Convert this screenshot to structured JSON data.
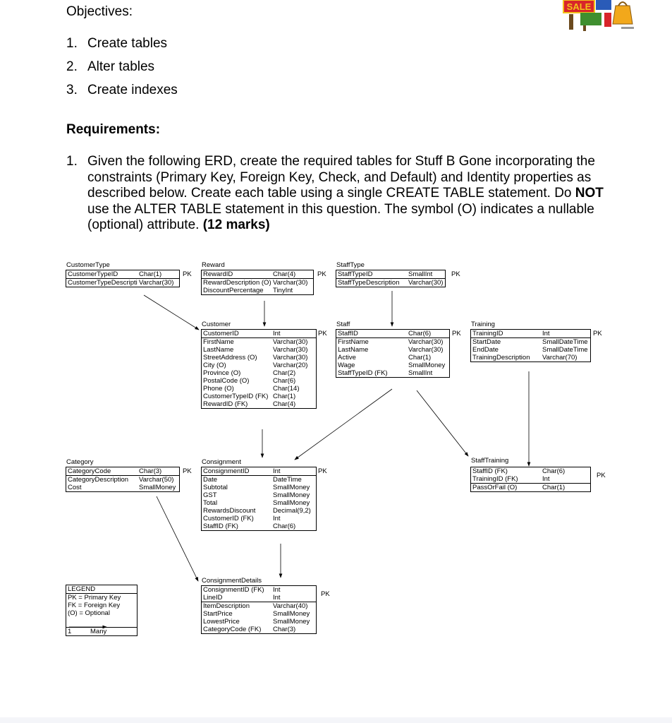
{
  "objectives": {
    "title": "Objectives:",
    "items": [
      {
        "num": "1.",
        "text": "Create tables"
      },
      {
        "num": "2.",
        "text": "Alter tables"
      },
      {
        "num": "3.",
        "text": "Create indexes"
      }
    ]
  },
  "requirements": {
    "title": "Requirements:",
    "num": "1.",
    "text_part1": "Given the following ERD, create the required tables for Stuff B Gone incorporating the constraints (Primary Key, Foreign Key, Check, and Default) and Identity properties as described below. Create each table using a single CREATE TABLE statement. Do ",
    "text_bold": "NOT",
    "text_part2": " use the ALTER TABLE statement in this question. The symbol (O) indicates a nullable (optional) attribute. ",
    "marks": "(12 marks)"
  },
  "logo": {
    "text": "SALE"
  },
  "pk_label": "PK",
  "erd": {
    "customertype": {
      "title": "CustomerType",
      "rows": [
        {
          "n": "CustomerTypeID",
          "t": "Char(1)"
        },
        {
          "n": "CustomerTypeDescripti",
          "t": "Varchar(30)"
        }
      ]
    },
    "reward": {
      "title": "Reward",
      "rows": [
        {
          "n": "RewardID",
          "t": "Char(4)"
        },
        {
          "n": "RewardDescription (O)",
          "t": "Varchar(30)"
        },
        {
          "n": "DiscountPercentage",
          "t": "TinyInt"
        }
      ]
    },
    "stafftype": {
      "title": "StaffType",
      "rows": [
        {
          "n": "StaffTypeID",
          "t": "SmallInt"
        },
        {
          "n": "StaffTypeDescription",
          "t": "Varchar(30)"
        }
      ]
    },
    "customer": {
      "title": "Customer",
      "rows": [
        {
          "n": "CustomerID",
          "t": "Int"
        },
        {
          "n": "FirstName",
          "t": "Varchar(30)"
        },
        {
          "n": "LastName",
          "t": "Varchar(30)"
        },
        {
          "n": "StreetAddress (O)",
          "t": "Varchar(30)"
        },
        {
          "n": "City (O)",
          "t": "Varchar(20)"
        },
        {
          "n": "Province (O)",
          "t": "Char(2)"
        },
        {
          "n": "PostalCode (O)",
          "t": "Char(6)"
        },
        {
          "n": "Phone (O)",
          "t": "Char(14)"
        },
        {
          "n": "CustomerTypeID (FK)",
          "t": "Char(1)"
        },
        {
          "n": "RewardID (FK)",
          "t": "Char(4)"
        }
      ]
    },
    "staff": {
      "title": "Staff",
      "rows": [
        {
          "n": "StaffID",
          "t": "Char(6)"
        },
        {
          "n": "FirstName",
          "t": "Varchar(30)"
        },
        {
          "n": "LastName",
          "t": "Varchar(30)"
        },
        {
          "n": "Active",
          "t": "Char(1)"
        },
        {
          "n": "Wage",
          "t": "SmallMoney"
        },
        {
          "n": "StaffTypeID (FK)",
          "t": "SmallInt"
        }
      ]
    },
    "training": {
      "title": "Training",
      "rows": [
        {
          "n": "TrainingID",
          "t": "Int"
        },
        {
          "n": "StartDate",
          "t": "SmallDateTime"
        },
        {
          "n": "EndDate",
          "t": "SmallDateTime"
        },
        {
          "n": "TrainingDescription",
          "t": "Varchar(70)"
        }
      ]
    },
    "category": {
      "title": "Category",
      "rows": [
        {
          "n": "CategoryCode",
          "t": "Char(3)"
        },
        {
          "n": "CategoryDescription",
          "t": "Varchar(50)"
        },
        {
          "n": "Cost",
          "t": "SmallMoney"
        }
      ]
    },
    "consignment": {
      "title": "Consignment",
      "rows": [
        {
          "n": "ConsignmentID",
          "t": "Int"
        },
        {
          "n": "Date",
          "t": "DateTime"
        },
        {
          "n": "Subtotal",
          "t": "SmallMoney"
        },
        {
          "n": "GST",
          "t": "SmallMoney"
        },
        {
          "n": "Total",
          "t": "SmallMoney"
        },
        {
          "n": "RewardsDiscount",
          "t": "Decimal(9,2)"
        },
        {
          "n": "CustomerID (FK)",
          "t": "Int"
        },
        {
          "n": "StaffID (FK)",
          "t": "Char(6)"
        }
      ]
    },
    "stafftraining": {
      "title": "StaffTraining",
      "rows": [
        {
          "n": "StaffID (FK)",
          "t": "Char(6)"
        },
        {
          "n": "TrainingID (FK)",
          "t": "Int"
        },
        {
          "n": "PassOrFail (O)",
          "t": "Char(1)"
        }
      ]
    },
    "consignmentdetails": {
      "title": "ConsignmentDetails",
      "rows": [
        {
          "n": "ConsignmentID (FK)",
          "t": "Int"
        },
        {
          "n": "LineID",
          "t": "Int"
        },
        {
          "n": "ItemDescription",
          "t": "Varchar(40)"
        },
        {
          "n": "StartPrice",
          "t": "SmallMoney"
        },
        {
          "n": "LowestPrice",
          "t": "SmallMoney"
        },
        {
          "n": "CategoryCode (FK)",
          "t": "Char(3)"
        }
      ]
    },
    "legend": {
      "lines": [
        "LEGEND",
        "PK = Primary Key",
        "FK = Foreign Key",
        "(O) = Optional"
      ],
      "one": "1",
      "many": "Many"
    }
  },
  "colors": {
    "logo_yellow": "#f2c21b",
    "logo_red": "#d8252a",
    "logo_blue": "#2a5bb8",
    "logo_green": "#3f8f2f"
  }
}
